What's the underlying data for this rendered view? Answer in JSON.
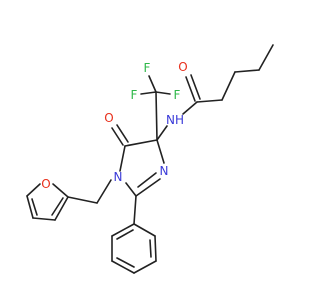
{
  "molecule": {
    "atoms": [
      {
        "id": "o_furan",
        "label": "O",
        "color": "#e8301c"
      },
      {
        "id": "n_ring",
        "label": "N",
        "color": "#3a3ad8"
      },
      {
        "id": "o_ketone",
        "label": "O",
        "color": "#e8301c"
      },
      {
        "id": "n_imine",
        "label": "N",
        "color": "#3a3ad8"
      },
      {
        "id": "nh_amide",
        "label": "NH",
        "color": "#3a3ad8"
      },
      {
        "id": "o_amide",
        "label": "O",
        "color": "#e8301c"
      },
      {
        "id": "f_1",
        "label": "F",
        "color": "#2fb84a"
      },
      {
        "id": "f_2",
        "label": "F",
        "color": "#2fb84a"
      },
      {
        "id": "f_3",
        "label": "F",
        "color": "#2fb84a"
      }
    ],
    "bond_color": "#222222"
  }
}
